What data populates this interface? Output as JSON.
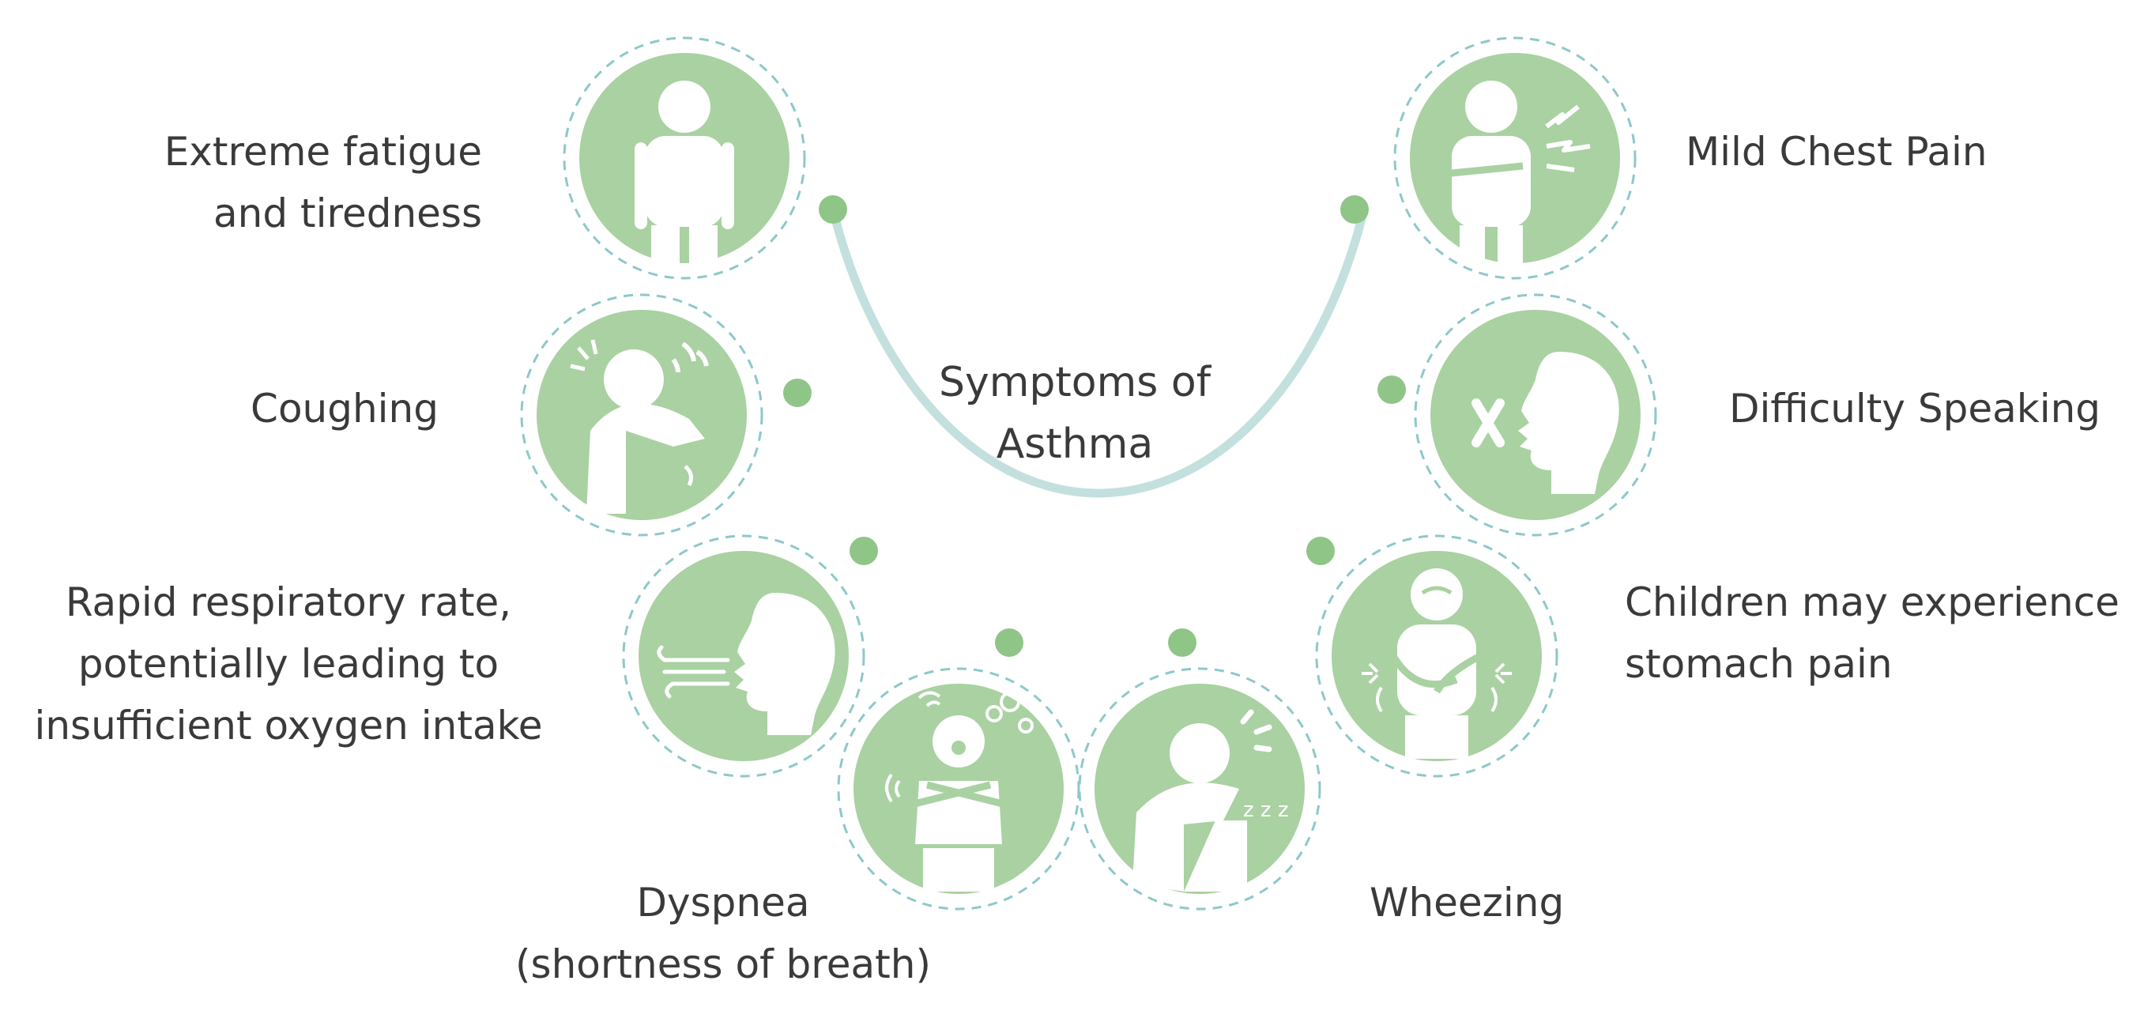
{
  "title": {
    "line1": "Symptoms of",
    "line2": "Asthma"
  },
  "symptoms": [
    {
      "icon": "fatigued-person-icon",
      "lines": [
        "Extreme fatigue",
        "and tiredness"
      ]
    },
    {
      "icon": "coughing-person-icon",
      "lines": [
        "Coughing"
      ]
    },
    {
      "icon": "rapid-breathing-head-icon",
      "lines": [
        "Rapid respiratory rate,",
        "potentially leading to",
        "insufficient oxygen intake"
      ]
    },
    {
      "icon": "dyspnea-person-icon",
      "lines": [
        "Dyspnea",
        "(shortness of breath)"
      ]
    },
    {
      "icon": "wheezing-person-icon",
      "lines": [
        "Wheezing"
      ]
    },
    {
      "icon": "stomach-pain-person-icon",
      "lines": [
        "Children may experience",
        "stomach pain"
      ]
    },
    {
      "icon": "speaking-difficulty-head-icon",
      "lines": [
        "Difficulty Speaking"
      ]
    },
    {
      "icon": "chest-pain-person-icon",
      "lines": [
        "Mild Chest Pain"
      ]
    }
  ],
  "colors": {
    "circle_fill": "#a9d1a2",
    "dashed_ring": "#8ec8c8",
    "arc": "#c3e0df",
    "node": "#8fc587",
    "text": "#3a3a3a",
    "icon": "#ffffff"
  }
}
